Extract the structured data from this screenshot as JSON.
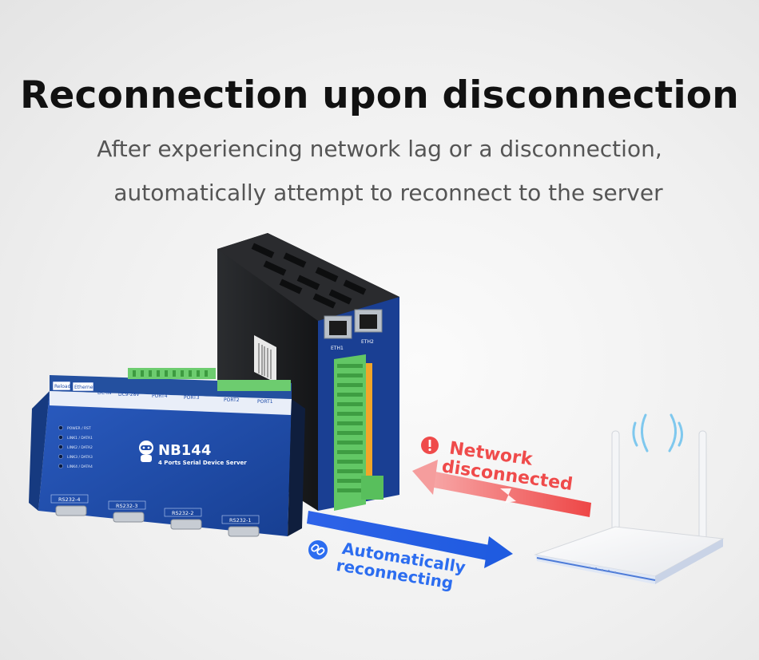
{
  "heading": {
    "title": "Reconnection upon disconnection",
    "subtitle_line1": "After experiencing network lag or a disconnection,",
    "subtitle_line2": "automatically attempt to reconnect to the server"
  },
  "device_front": {
    "model": "NB144",
    "description": "4 Ports Serial Device Server",
    "buttons": [
      "Reload",
      "Ethernet"
    ],
    "power_labels": [
      "DC-IN",
      "DC9-28V"
    ],
    "port_labels": [
      "RS232-4",
      "RS232-3",
      "RS232-2",
      "RS232-1"
    ],
    "terminal_labels": [
      "PORT4",
      "PORT3",
      "PORT2",
      "PORT1"
    ],
    "led_labels": [
      "POWER / RST",
      "LINK1 / DATA1",
      "LINK2 / DATA2",
      "LINK3 / DATA3",
      "LINK4 / DATA4"
    ]
  },
  "device_back": {
    "eth_labels": [
      "ETH1",
      "ETH2"
    ]
  },
  "status": {
    "disconnected_line1": "Network",
    "disconnected_line2": "disconnected",
    "reconnect_line1": "Automatically",
    "reconnect_line2": "reconnecting"
  },
  "colors": {
    "red": "#ef4b4b",
    "blue": "#2c6df0",
    "device_blue": "#1d4aa8",
    "terminal_green": "#6dcc6f"
  },
  "icons": {
    "warning": "exclamation-circle-icon",
    "link": "link-icon",
    "wifi": "wifi-signal-icon"
  }
}
